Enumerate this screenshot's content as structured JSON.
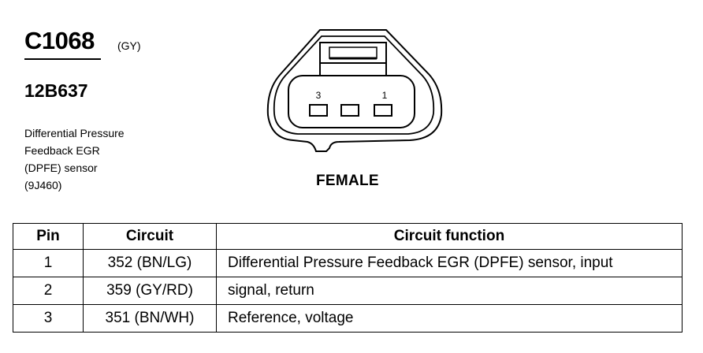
{
  "connector": {
    "id": "C1068",
    "color_code": "(GY)",
    "part_number": "12B637",
    "description_lines": [
      "Differential Pressure",
      "Feedback EGR",
      "(DPFE) sensor",
      "(9J460)"
    ]
  },
  "diagram": {
    "pin_labels": [
      "3",
      "1"
    ],
    "view_label": "FEMALE"
  },
  "table": {
    "headers": [
      "Pin",
      "Circuit",
      "Circuit function"
    ],
    "rows": [
      {
        "pin": "1",
        "circuit": "352 (BN/LG)",
        "function": "Differential Pressure Feedback EGR (DPFE) sensor, input"
      },
      {
        "pin": "2",
        "circuit": "359 (GY/RD)",
        "function": "signal, return"
      },
      {
        "pin": "3",
        "circuit": "351 (BN/WH)",
        "function": "Reference, voltage"
      }
    ]
  }
}
